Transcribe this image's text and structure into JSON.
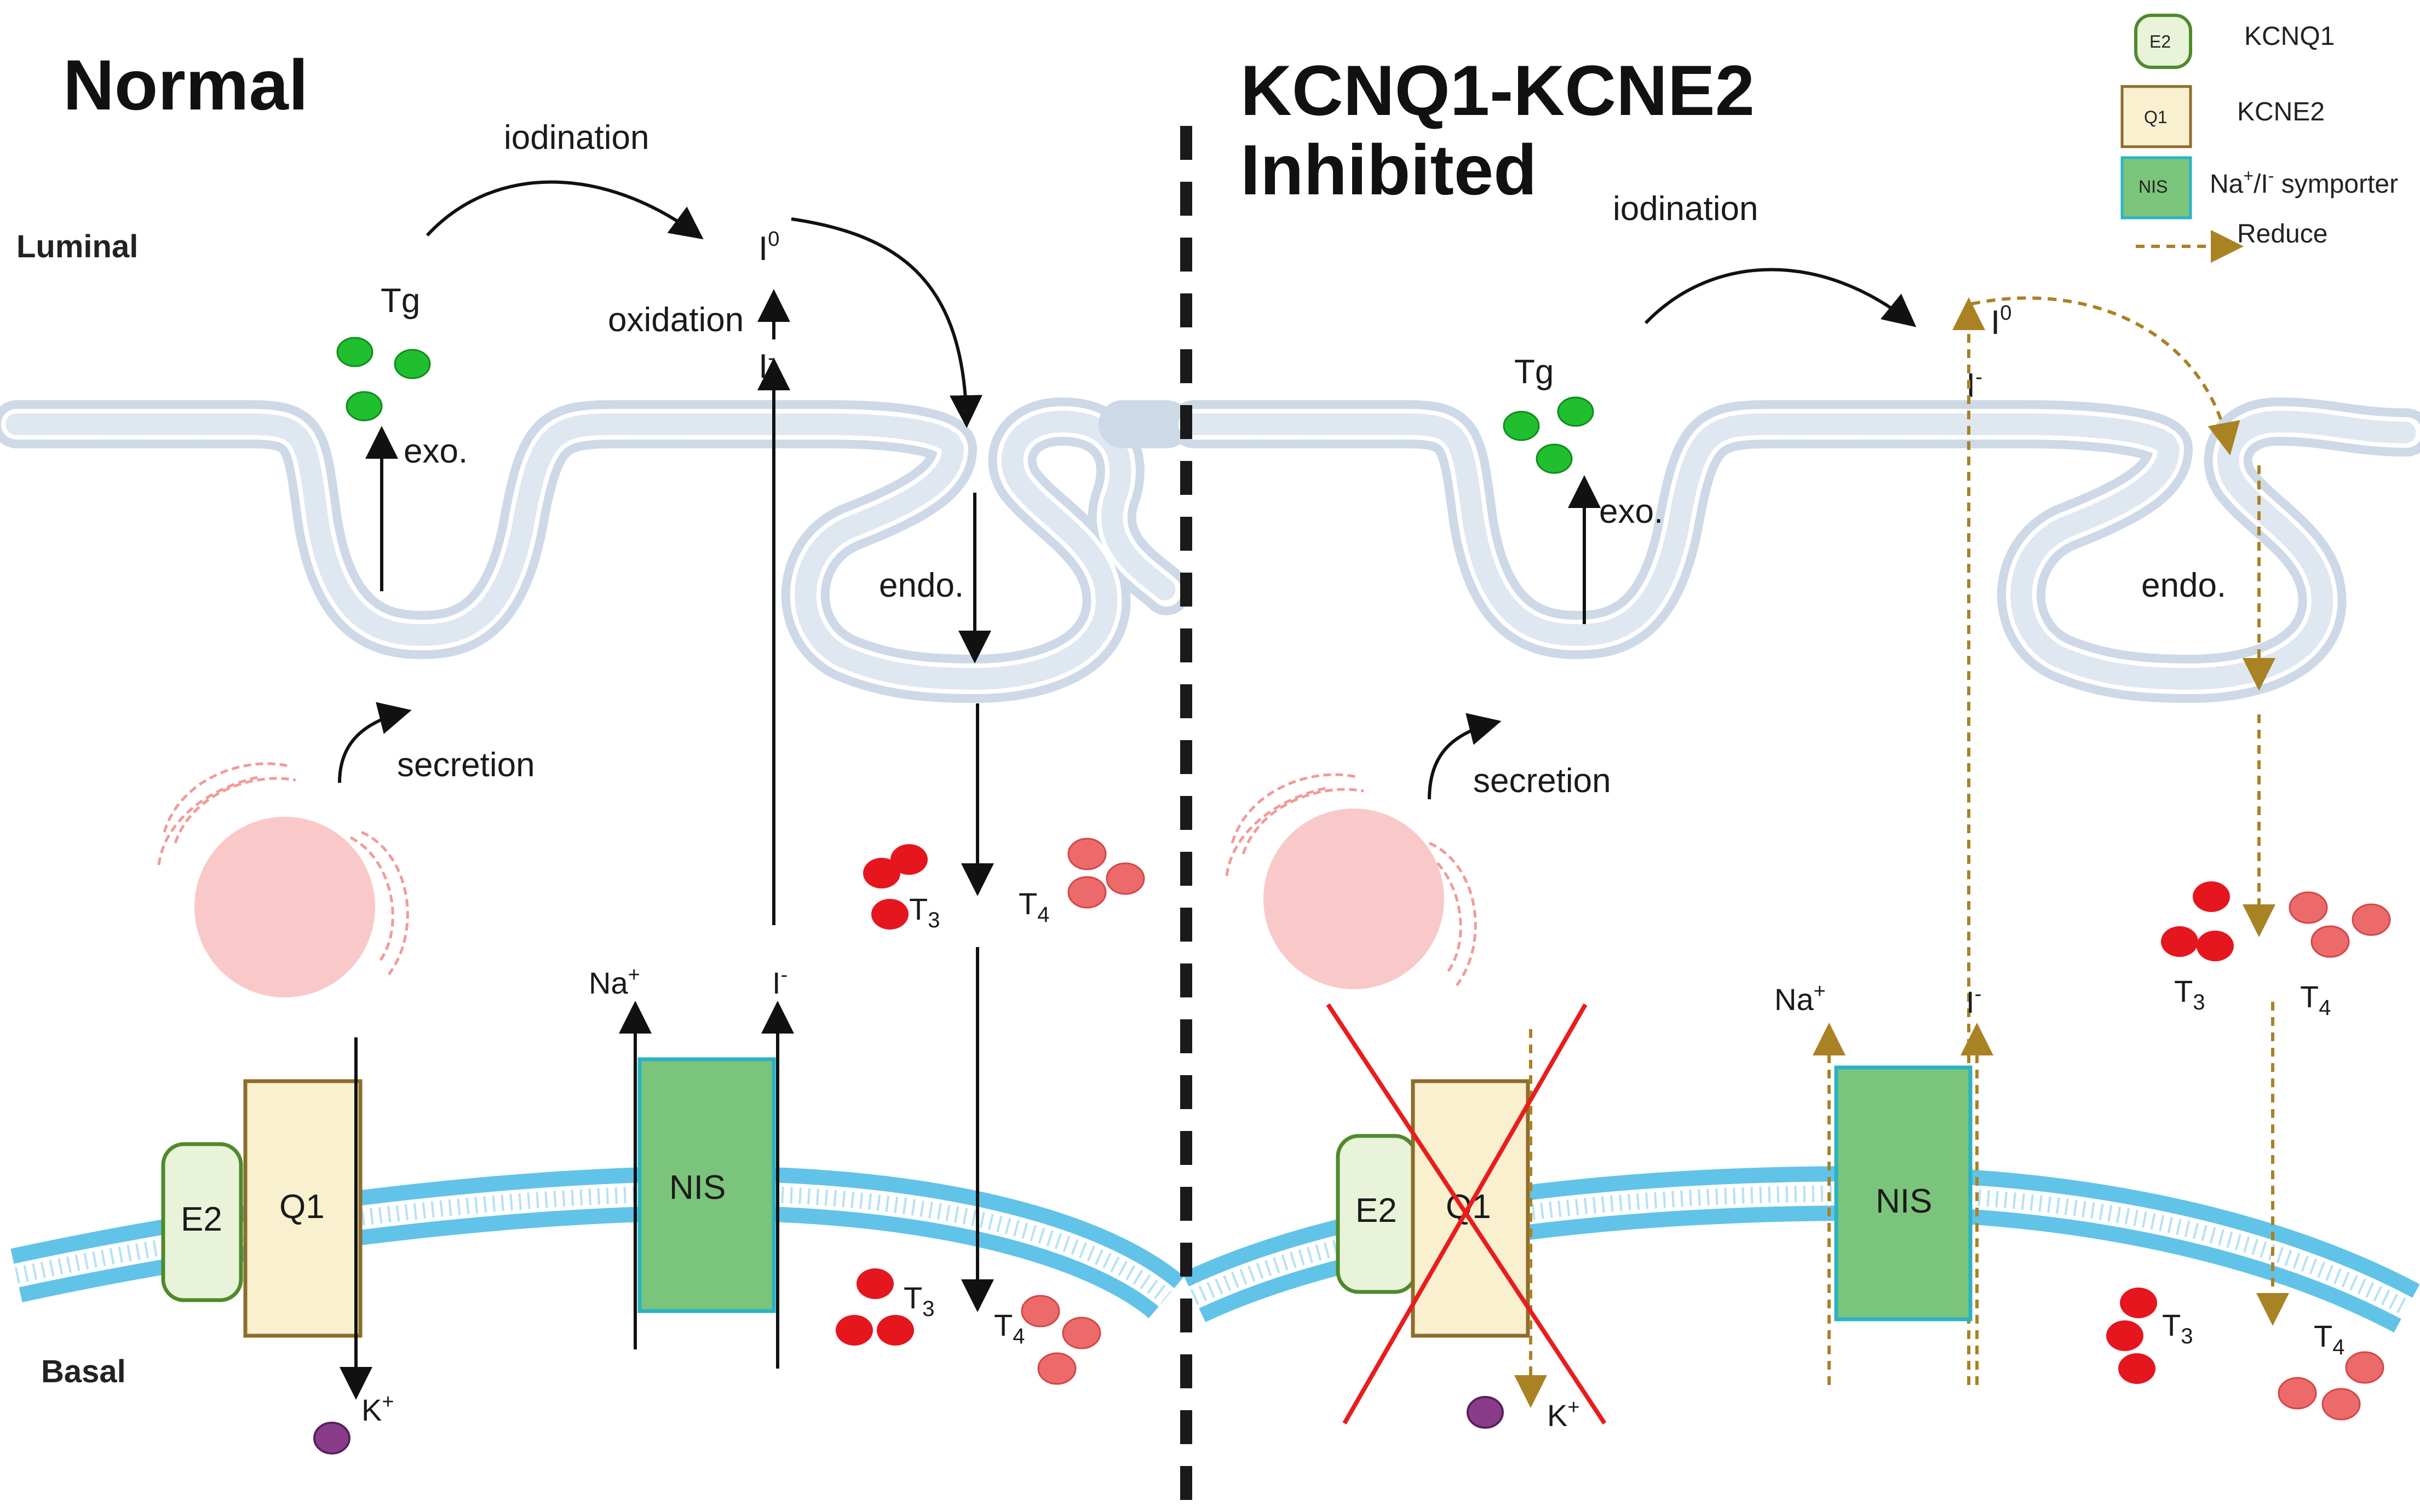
{
  "panels": {
    "left": {
      "title": "Normal",
      "luminal_label": "Luminal",
      "basal_label": "Basal",
      "tg_label": "Tg",
      "exo_label": "exo.",
      "endo_label": "endo.",
      "iodination_label": "iodination",
      "oxidation_label": "oxidation",
      "secretion_label": "secretion",
      "i0_base": "I",
      "i0_sup": "0",
      "i_base": "I",
      "i_sup": "-",
      "na_base": "Na",
      "na_sup": "+",
      "k_base": "K",
      "k_sup": "+",
      "t3_base": "T",
      "t3_sub": "3",
      "t4_base": "T",
      "t4_sub": "4",
      "e2_label": "E2",
      "q1_label": "Q1",
      "nis_label": "NIS"
    },
    "right": {
      "title_line1": "KCNQ1-KCNE2",
      "title_line2": "Inhibited",
      "tg_label": "Tg",
      "exo_label": "exo.",
      "endo_label": "endo.",
      "iodination_label": "iodination",
      "secretion_label": "secretion",
      "i0_base": "I",
      "i0_sup": "0",
      "i_base": "I",
      "i_sup": "-",
      "na_base": "Na",
      "na_sup": "+",
      "k_base": "K",
      "k_sup": "+",
      "t3_base": "T",
      "t3_sub": "3",
      "t4_base": "T",
      "t4_sub": "4",
      "e2_label": "E2",
      "q1_label": "Q1",
      "nis_label": "NIS"
    }
  },
  "legend": {
    "e2_box": "E2",
    "e2_text": "KCNQ1",
    "q1_box": "Q1",
    "q1_text": "KCNE2",
    "nis_box": "NIS",
    "nis_text_pre": "Na",
    "nis_text_sup1": "+",
    "nis_text_mid": "/I",
    "nis_text_sup2": "-",
    "nis_text_post": " symporter",
    "reduce_text": "Reduce"
  },
  "colors": {
    "membrane_apical": "#cdd9e6",
    "membrane_basal": "#62c3e8",
    "e2_fill": "#e8f3da",
    "e2_stroke": "#4f8a2b",
    "q1_fill": "#f8f0cf",
    "q1_stroke": "#8c6d2b",
    "nis_fill": "#7bc47b",
    "nis_stroke": "#2ab3c4",
    "tg": "#1fbf2f",
    "t3": "#e5161e",
    "t4": "#ec6a6a",
    "k_ion": "#8a3c8a",
    "reduce_arrow": "#a98224",
    "cross": "#ea1c1c",
    "cell_vesicle": "#f9c9c9"
  }
}
